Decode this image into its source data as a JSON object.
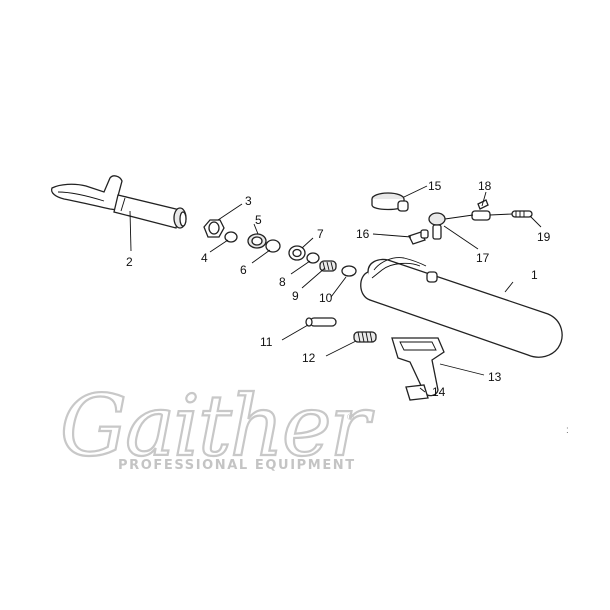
{
  "callouts": {
    "c1": "1",
    "c2": "2",
    "c3": "3",
    "c4": "4",
    "c5": "5",
    "c6": "6",
    "c7": "7",
    "c8": "8",
    "c9": "9",
    "c10": "10",
    "c11": "11",
    "c12": "12",
    "c13": "13",
    "c14": "14",
    "c15": "15",
    "c16": "16",
    "c17": "17",
    "c18": "18",
    "c19": "19"
  },
  "logo": {
    "wordmark": "Gaither",
    "tagline": "PROFESSIONAL EQUIPMENT",
    "registered": "®"
  },
  "stray_mark": ":"
}
